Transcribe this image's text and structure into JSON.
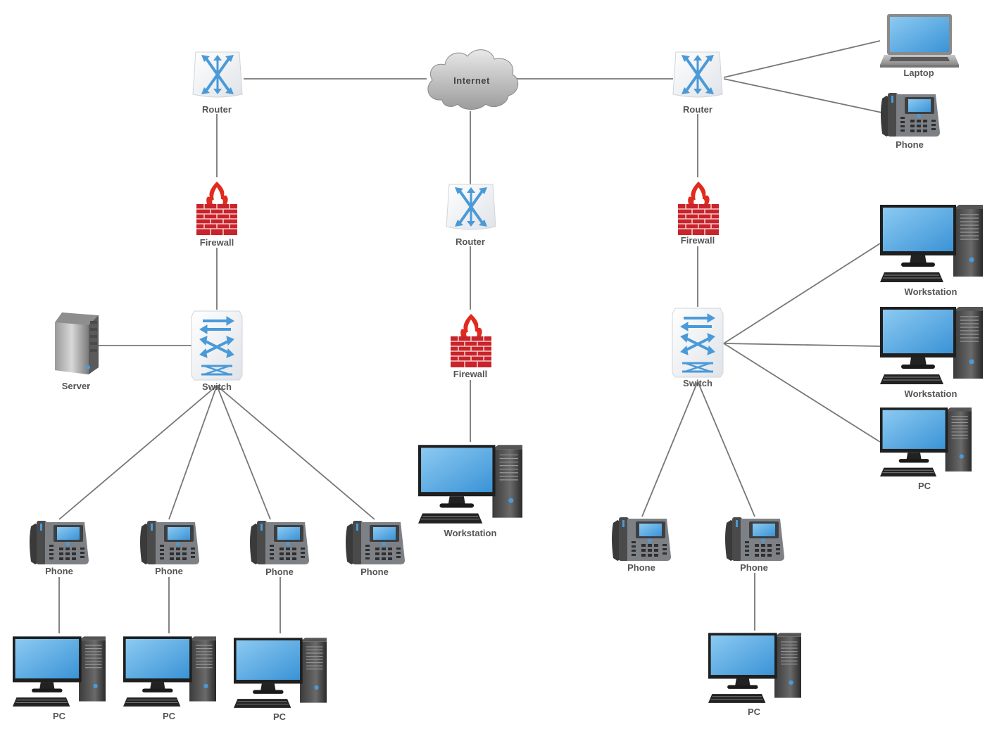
{
  "diagram": {
    "nodes": [
      {
        "id": "internet",
        "type": "cloud",
        "label": "Internet"
      },
      {
        "id": "router_left",
        "type": "router",
        "label": "Router"
      },
      {
        "id": "router_mid",
        "type": "router",
        "label": "Router"
      },
      {
        "id": "router_right",
        "type": "router",
        "label": "Router"
      },
      {
        "id": "fw_left",
        "type": "firewall",
        "label": "Firewall"
      },
      {
        "id": "fw_mid",
        "type": "firewall",
        "label": "Firewall"
      },
      {
        "id": "fw_right",
        "type": "firewall",
        "label": "Firewall"
      },
      {
        "id": "switch_left",
        "type": "switch",
        "label": "Switch"
      },
      {
        "id": "switch_right",
        "type": "switch",
        "label": "Switch"
      },
      {
        "id": "server",
        "type": "server",
        "label": "Server"
      },
      {
        "id": "phone_l1",
        "type": "phone",
        "label": "Phone"
      },
      {
        "id": "phone_l2",
        "type": "phone",
        "label": "Phone"
      },
      {
        "id": "phone_l3",
        "type": "phone",
        "label": "Phone"
      },
      {
        "id": "phone_l4",
        "type": "phone",
        "label": "Phone"
      },
      {
        "id": "pc_l1",
        "type": "computer",
        "label": "PC"
      },
      {
        "id": "pc_l2",
        "type": "computer",
        "label": "PC"
      },
      {
        "id": "pc_l3",
        "type": "computer",
        "label": "PC"
      },
      {
        "id": "ws_mid",
        "type": "computer",
        "label": "Workstation"
      },
      {
        "id": "laptop",
        "type": "laptop",
        "label": "Laptop"
      },
      {
        "id": "phone_tr",
        "type": "phone",
        "label": "Phone"
      },
      {
        "id": "ws_r1",
        "type": "computer",
        "label": "Workstation"
      },
      {
        "id": "ws_r2",
        "type": "computer",
        "label": "Workstation"
      },
      {
        "id": "pc_r",
        "type": "computer",
        "label": "PC"
      },
      {
        "id": "phone_r1",
        "type": "phone",
        "label": "Phone"
      },
      {
        "id": "phone_r2",
        "type": "phone",
        "label": "Phone"
      },
      {
        "id": "pc_r2",
        "type": "computer",
        "label": "PC"
      }
    ],
    "links": [
      [
        "router_left",
        "internet"
      ],
      [
        "internet",
        "router_right"
      ],
      [
        "internet",
        "router_mid"
      ],
      [
        "router_left",
        "fw_left"
      ],
      [
        "fw_left",
        "switch_left"
      ],
      [
        "server",
        "switch_left"
      ],
      [
        "switch_left",
        "phone_l1"
      ],
      [
        "switch_left",
        "phone_l2"
      ],
      [
        "switch_left",
        "phone_l3"
      ],
      [
        "switch_left",
        "phone_l4"
      ],
      [
        "phone_l1",
        "pc_l1"
      ],
      [
        "phone_l2",
        "pc_l2"
      ],
      [
        "phone_l3",
        "pc_l3"
      ],
      [
        "router_mid",
        "fw_mid"
      ],
      [
        "fw_mid",
        "ws_mid"
      ],
      [
        "router_right",
        "laptop"
      ],
      [
        "router_right",
        "phone_tr"
      ],
      [
        "router_right",
        "fw_right"
      ],
      [
        "fw_right",
        "switch_right"
      ],
      [
        "switch_right",
        "ws_r1"
      ],
      [
        "switch_right",
        "ws_r2"
      ],
      [
        "switch_right",
        "pc_r"
      ],
      [
        "switch_right",
        "phone_r1"
      ],
      [
        "switch_right",
        "phone_r2"
      ],
      [
        "phone_r2",
        "pc_r2"
      ]
    ]
  }
}
